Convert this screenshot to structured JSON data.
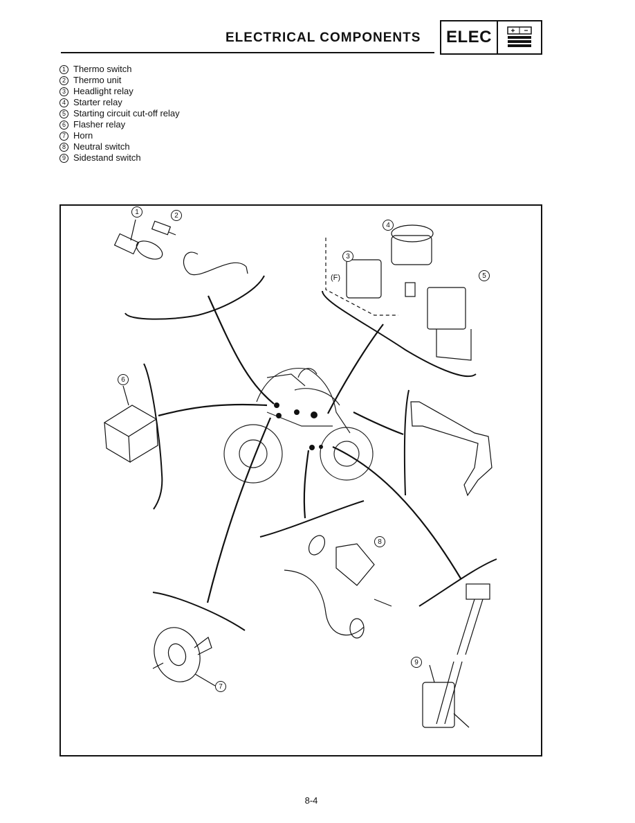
{
  "header": {
    "title": "ELECTRICAL COMPONENTS",
    "section_badge": "ELEC",
    "section_icon": "battery-icon"
  },
  "components": [
    {
      "num": "1",
      "label": "Thermo switch"
    },
    {
      "num": "2",
      "label": "Thermo unit"
    },
    {
      "num": "3",
      "label": "Headlight relay"
    },
    {
      "num": "4",
      "label": "Starter relay"
    },
    {
      "num": "5",
      "label": "Starting circuit cut-off relay"
    },
    {
      "num": "6",
      "label": "Flasher relay"
    },
    {
      "num": "7",
      "label": "Horn"
    },
    {
      "num": "8",
      "label": "Neutral switch"
    },
    {
      "num": "9",
      "label": "Sidestand switch"
    }
  ],
  "diagram": {
    "front_marker": "(F)"
  },
  "footer": {
    "page_number": "8-4"
  }
}
